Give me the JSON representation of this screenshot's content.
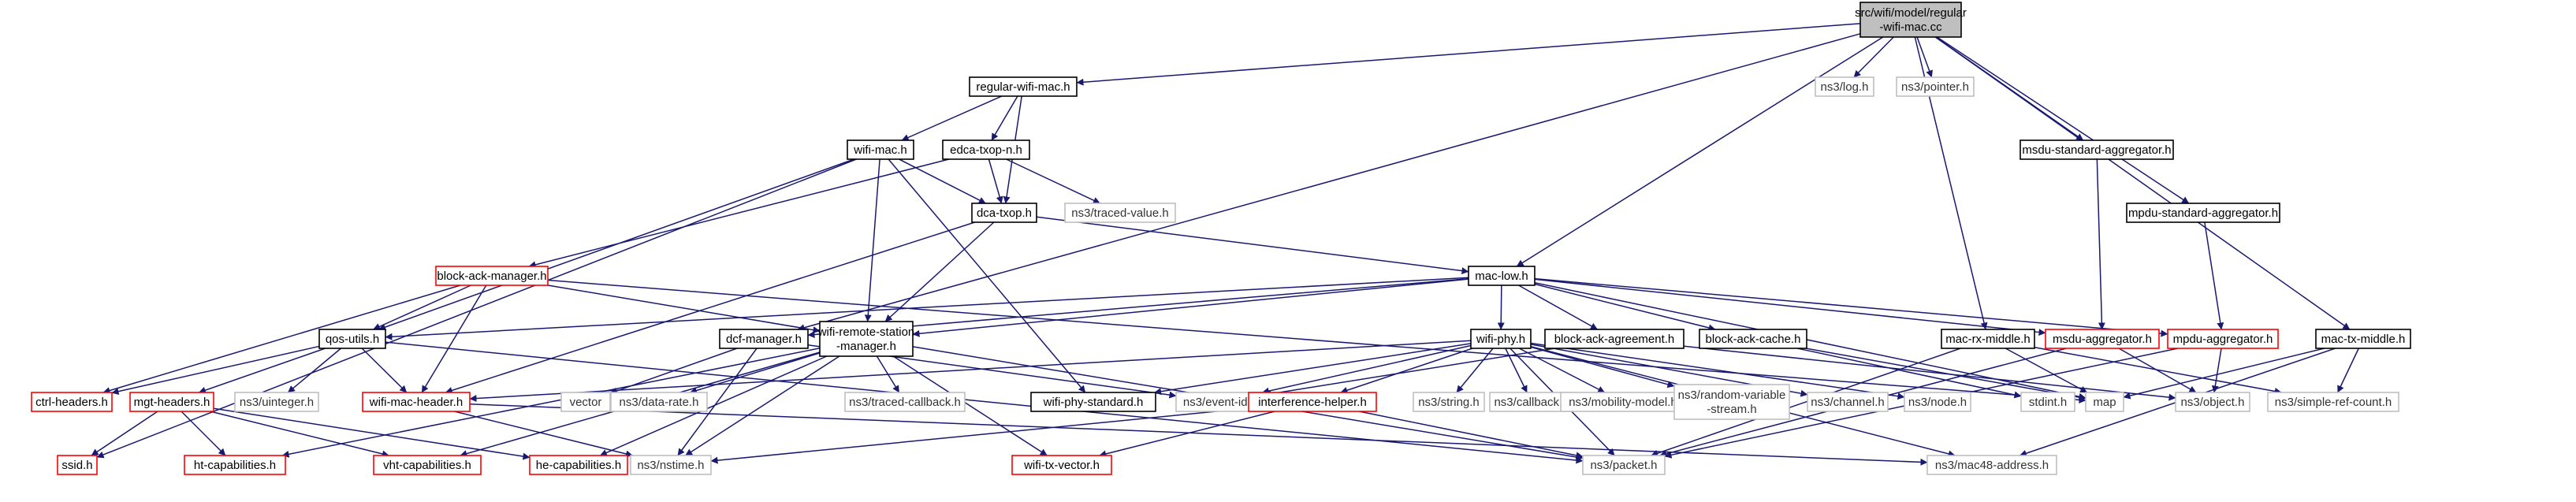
{
  "colors": {
    "edge": "#191970",
    "root_fill": "#bfbfbf",
    "root_border": "#000000",
    "normal_border": "#000000",
    "truncated_border": "#ff0000",
    "external_border": "#bfbfbf",
    "external_text": "#333333"
  },
  "nodes": [
    {
      "id": "root",
      "lines": [
        "src/wifi/model/regular",
        "-wifi-mac.cc"
      ],
      "kind": "root"
    },
    {
      "id": "regular-wifi-mac",
      "lines": [
        "regular-wifi-mac.h"
      ],
      "kind": "normal"
    },
    {
      "id": "ns3-log",
      "lines": [
        "ns3/log.h"
      ],
      "kind": "external"
    },
    {
      "id": "ns3-pointer",
      "lines": [
        "ns3/pointer.h"
      ],
      "kind": "external"
    },
    {
      "id": "wifi-mac",
      "lines": [
        "wifi-mac.h"
      ],
      "kind": "normal"
    },
    {
      "id": "edca-txop-n",
      "lines": [
        "edca-txop-n.h"
      ],
      "kind": "normal"
    },
    {
      "id": "msdu-standard-aggregator",
      "lines": [
        "msdu-standard-aggregator.h"
      ],
      "kind": "normal"
    },
    {
      "id": "mpdu-standard-aggregator",
      "lines": [
        "mpdu-standard-aggregator.h"
      ],
      "kind": "normal"
    },
    {
      "id": "dca-txop",
      "lines": [
        "dca-txop.h"
      ],
      "kind": "normal"
    },
    {
      "id": "ns3-traced-value",
      "lines": [
        "ns3/traced-value.h"
      ],
      "kind": "external"
    },
    {
      "id": "block-ack-manager",
      "lines": [
        "block-ack-manager.h"
      ],
      "kind": "truncated"
    },
    {
      "id": "mac-low",
      "lines": [
        "mac-low.h"
      ],
      "kind": "normal"
    },
    {
      "id": "qos-utils",
      "lines": [
        "qos-utils.h"
      ],
      "kind": "normal"
    },
    {
      "id": "dcf-manager",
      "lines": [
        "dcf-manager.h"
      ],
      "kind": "normal"
    },
    {
      "id": "wifi-remote-station-manager",
      "lines": [
        "wifi-remote-station",
        "-manager.h"
      ],
      "kind": "normal"
    },
    {
      "id": "wifi-phy",
      "lines": [
        "wifi-phy.h"
      ],
      "kind": "normal"
    },
    {
      "id": "block-ack-agreement",
      "lines": [
        "block-ack-agreement.h"
      ],
      "kind": "normal"
    },
    {
      "id": "block-ack-cache",
      "lines": [
        "block-ack-cache.h"
      ],
      "kind": "normal"
    },
    {
      "id": "mac-rx-middle",
      "lines": [
        "mac-rx-middle.h"
      ],
      "kind": "normal"
    },
    {
      "id": "msdu-aggregator",
      "lines": [
        "msdu-aggregator.h"
      ],
      "kind": "truncated"
    },
    {
      "id": "mpdu-aggregator",
      "lines": [
        "mpdu-aggregator.h"
      ],
      "kind": "truncated"
    },
    {
      "id": "mac-tx-middle",
      "lines": [
        "mac-tx-middle.h"
      ],
      "kind": "normal"
    },
    {
      "id": "ctrl-headers",
      "lines": [
        "ctrl-headers.h"
      ],
      "kind": "truncated"
    },
    {
      "id": "mgt-headers",
      "lines": [
        "mgt-headers.h"
      ],
      "kind": "truncated"
    },
    {
      "id": "ns3-uinteger",
      "lines": [
        "ns3/uinteger.h"
      ],
      "kind": "external"
    },
    {
      "id": "wifi-mac-header",
      "lines": [
        "wifi-mac-header.h"
      ],
      "kind": "truncated"
    },
    {
      "id": "vector",
      "lines": [
        "vector"
      ],
      "kind": "external"
    },
    {
      "id": "ns3-data-rate",
      "lines": [
        "ns3/data-rate.h"
      ],
      "kind": "external"
    },
    {
      "id": "ns3-traced-callback",
      "lines": [
        "ns3/traced-callback.h"
      ],
      "kind": "external"
    },
    {
      "id": "wifi-phy-standard",
      "lines": [
        "wifi-phy-standard.h"
      ],
      "kind": "normal"
    },
    {
      "id": "ns3-event-id",
      "lines": [
        "ns3/event-id.h"
      ],
      "kind": "external"
    },
    {
      "id": "interference-helper",
      "lines": [
        "interference-helper.h"
      ],
      "kind": "truncated"
    },
    {
      "id": "ns3-string",
      "lines": [
        "ns3/string.h"
      ],
      "kind": "external"
    },
    {
      "id": "ns3-callback",
      "lines": [
        "ns3/callback.h"
      ],
      "kind": "external"
    },
    {
      "id": "ns3-mobility-model",
      "lines": [
        "ns3/mobility-model.h"
      ],
      "kind": "external"
    },
    {
      "id": "ns3-random-variable-stream",
      "lines": [
        "ns3/random-variable",
        "-stream.h"
      ],
      "kind": "external"
    },
    {
      "id": "ns3-channel",
      "lines": [
        "ns3/channel.h"
      ],
      "kind": "external"
    },
    {
      "id": "ns3-node",
      "lines": [
        "ns3/node.h"
      ],
      "kind": "external"
    },
    {
      "id": "stdint",
      "lines": [
        "stdint.h"
      ],
      "kind": "external"
    },
    {
      "id": "map",
      "lines": [
        "map"
      ],
      "kind": "external"
    },
    {
      "id": "ns3-object",
      "lines": [
        "ns3/object.h"
      ],
      "kind": "external"
    },
    {
      "id": "ns3-simple-ref-count",
      "lines": [
        "ns3/simple-ref-count.h"
      ],
      "kind": "external"
    },
    {
      "id": "ssid",
      "lines": [
        "ssid.h"
      ],
      "kind": "truncated"
    },
    {
      "id": "ht-capabilities",
      "lines": [
        "ht-capabilities.h"
      ],
      "kind": "truncated"
    },
    {
      "id": "vht-capabilities",
      "lines": [
        "vht-capabilities.h"
      ],
      "kind": "truncated"
    },
    {
      "id": "he-capabilities",
      "lines": [
        "he-capabilities.h"
      ],
      "kind": "truncated"
    },
    {
      "id": "ns3-nstime",
      "lines": [
        "ns3/nstime.h"
      ],
      "kind": "external"
    },
    {
      "id": "wifi-tx-vector",
      "lines": [
        "wifi-tx-vector.h"
      ],
      "kind": "truncated"
    },
    {
      "id": "ns3-packet",
      "lines": [
        "ns3/packet.h"
      ],
      "kind": "external"
    },
    {
      "id": "ns3-mac48-address",
      "lines": [
        "ns3/mac48-address.h"
      ],
      "kind": "external"
    }
  ],
  "edges": [
    [
      "root",
      "regular-wifi-mac"
    ],
    [
      "root",
      "ns3-log"
    ],
    [
      "root",
      "ns3-pointer"
    ],
    [
      "root",
      "msdu-standard-aggregator"
    ],
    [
      "root",
      "mpdu-standard-aggregator"
    ],
    [
      "root",
      "mac-low"
    ],
    [
      "root",
      "mac-rx-middle"
    ],
    [
      "root",
      "mac-tx-middle"
    ],
    [
      "root",
      "dcf-manager"
    ],
    [
      "regular-wifi-mac",
      "wifi-mac"
    ],
    [
      "regular-wifi-mac",
      "edca-txop-n"
    ],
    [
      "regular-wifi-mac",
      "dca-txop"
    ],
    [
      "wifi-mac",
      "dca-txop"
    ],
    [
      "wifi-mac",
      "qos-utils"
    ],
    [
      "wifi-mac",
      "wifi-remote-station-manager"
    ],
    [
      "wifi-mac",
      "wifi-phy-standard"
    ],
    [
      "wifi-mac",
      "ssid"
    ],
    [
      "edca-txop-n",
      "dca-txop"
    ],
    [
      "edca-txop-n",
      "ns3-traced-value"
    ],
    [
      "edca-txop-n",
      "block-ack-manager"
    ],
    [
      "dca-txop",
      "mac-low"
    ],
    [
      "dca-txop",
      "wifi-remote-station-manager"
    ],
    [
      "dca-txop",
      "wifi-mac-header"
    ],
    [
      "msdu-standard-aggregator",
      "msdu-aggregator"
    ],
    [
      "mpdu-standard-aggregator",
      "mpdu-aggregator"
    ],
    [
      "block-ack-manager",
      "qos-utils"
    ],
    [
      "block-ack-manager",
      "wifi-mac-header"
    ],
    [
      "block-ack-manager",
      "ctrl-headers"
    ],
    [
      "block-ack-manager",
      "wifi-remote-station-manager"
    ],
    [
      "block-ack-manager",
      "map"
    ],
    [
      "mac-low",
      "wifi-phy"
    ],
    [
      "mac-low",
      "block-ack-agreement"
    ],
    [
      "mac-low",
      "block-ack-cache"
    ],
    [
      "mac-low",
      "dcf-manager"
    ],
    [
      "mac-low",
      "qos-utils"
    ],
    [
      "mac-low",
      "wifi-remote-station-manager"
    ],
    [
      "mac-low",
      "msdu-aggregator"
    ],
    [
      "mac-low",
      "mpdu-aggregator"
    ],
    [
      "mac-low",
      "map"
    ],
    [
      "qos-utils",
      "ctrl-headers"
    ],
    [
      "qos-utils",
      "mgt-headers"
    ],
    [
      "qos-utils",
      "ns3-uinteger"
    ],
    [
      "qos-utils",
      "wifi-mac-header"
    ],
    [
      "qos-utils",
      "ns3-packet"
    ],
    [
      "dcf-manager",
      "vector"
    ],
    [
      "dcf-manager",
      "ns3-event-id"
    ],
    [
      "dcf-manager",
      "ns3-nstime"
    ],
    [
      "wifi-remote-station-manager",
      "ns3-data-rate"
    ],
    [
      "wifi-remote-station-manager",
      "ns3-traced-callback"
    ],
    [
      "wifi-remote-station-manager",
      "ht-capabilities"
    ],
    [
      "wifi-remote-station-manager",
      "vht-capabilities"
    ],
    [
      "wifi-remote-station-manager",
      "he-capabilities"
    ],
    [
      "wifi-remote-station-manager",
      "wifi-tx-vector"
    ],
    [
      "wifi-remote-station-manager",
      "ns3-nstime"
    ],
    [
      "wifi-remote-station-manager",
      "ns3-packet"
    ],
    [
      "wifi-phy",
      "wifi-phy-standard"
    ],
    [
      "wifi-phy",
      "ns3-event-id"
    ],
    [
      "wifi-phy",
      "interference-helper"
    ],
    [
      "wifi-phy",
      "ns3-string"
    ],
    [
      "wifi-phy",
      "ns3-callback"
    ],
    [
      "wifi-phy",
      "ns3-mobility-model"
    ],
    [
      "wifi-phy",
      "ns3-random-variable-stream"
    ],
    [
      "wifi-phy",
      "ns3-channel"
    ],
    [
      "wifi-phy",
      "ns3-node"
    ],
    [
      "wifi-phy",
      "ns3-mac48-address"
    ],
    [
      "wifi-phy",
      "ns3-packet"
    ],
    [
      "wifi-phy",
      "wifi-mac-header"
    ],
    [
      "block-ack-agreement",
      "ns3-event-id"
    ],
    [
      "block-ack-agreement",
      "ns3-object"
    ],
    [
      "block-ack-cache",
      "stdint"
    ],
    [
      "block-ack-cache",
      "map"
    ],
    [
      "mac-rx-middle",
      "map"
    ],
    [
      "mac-rx-middle",
      "ns3-packet"
    ],
    [
      "mac-rx-middle",
      "ns3-simple-ref-count"
    ],
    [
      "msdu-aggregator",
      "ns3-object"
    ],
    [
      "msdu-aggregator",
      "ns3-packet"
    ],
    [
      "mpdu-aggregator",
      "ns3-object"
    ],
    [
      "mpdu-aggregator",
      "ns3-packet"
    ],
    [
      "mac-tx-middle",
      "map"
    ],
    [
      "mac-tx-middle",
      "ns3-simple-ref-count"
    ],
    [
      "mac-tx-middle",
      "ns3-mac48-address"
    ],
    [
      "mgt-headers",
      "ssid"
    ],
    [
      "mgt-headers",
      "ht-capabilities"
    ],
    [
      "mgt-headers",
      "vht-capabilities"
    ],
    [
      "mgt-headers",
      "he-capabilities"
    ],
    [
      "wifi-mac-header",
      "ns3-nstime"
    ],
    [
      "wifi-mac-header",
      "ns3-mac48-address"
    ],
    [
      "interference-helper",
      "wifi-tx-vector"
    ],
    [
      "interference-helper",
      "ns3-nstime"
    ],
    [
      "interference-helper",
      "ns3-packet"
    ]
  ]
}
